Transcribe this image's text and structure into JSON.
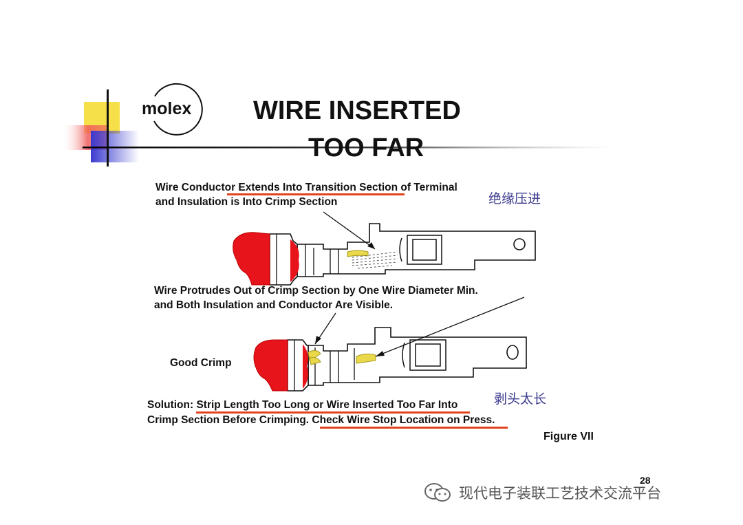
{
  "logo": {
    "text": "molex"
  },
  "title": {
    "line1": "WIRE INSERTED",
    "line2": "TOO FAR"
  },
  "annotations": {
    "top_line1": "Wire Conductor Extends Into Transition Section of Terminal",
    "top_line2": "and Insulation is Into Crimp Section",
    "middle_line1": "Wire Protrudes Out of Crimp Section by One Wire Diameter Min.",
    "middle_line2": "and Both Insulation and Conductor Are Visible.",
    "good_crimp": "Good Crimp",
    "solution_line1": "Solution: Strip Length Too Long or Wire Inserted Too Far Into",
    "solution_line2": "Crimp Section Before Crimping.  Check Wire Stop Location on Press.",
    "figure": "Figure VII"
  },
  "chinese_notes": {
    "top": "绝缘压进",
    "bottom": "剥头太长"
  },
  "page_number": "28",
  "watermark": "现代电子装联工艺技术交流平台",
  "colors": {
    "insulation": "#e8141c",
    "underline": "#e2421c",
    "conductor": "#e8d84a",
    "accent_yellow": "#f6e04a",
    "accent_blue": "#3a3ad0",
    "chinese_text": "#3b3b8f"
  }
}
